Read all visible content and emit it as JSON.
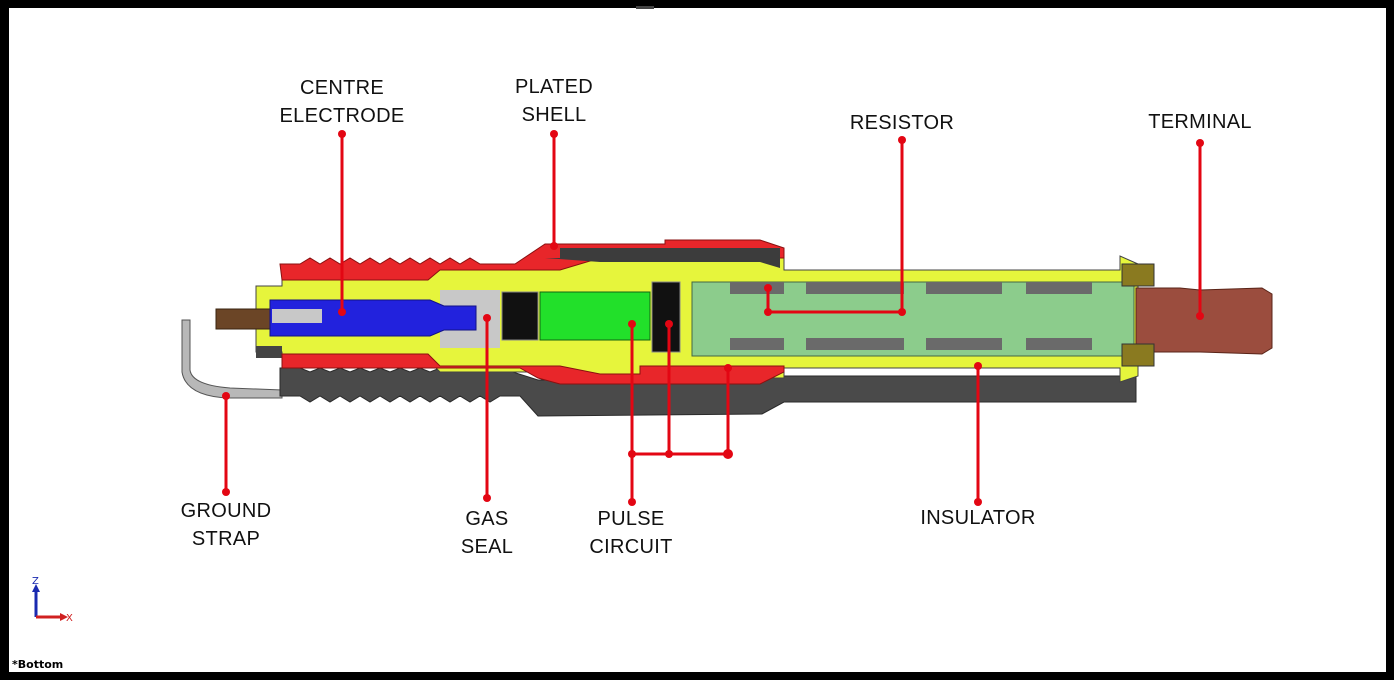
{
  "labels": {
    "centre_electrode": [
      "CENTRE",
      "ELECTRODE"
    ],
    "plated_shell": [
      "PLATED",
      "SHELL"
    ],
    "resistor": [
      "RESISTOR"
    ],
    "terminal": [
      "TERMINAL"
    ],
    "ground_strap": [
      "GROUND",
      "STRAP"
    ],
    "gas_seal": [
      "GAS",
      "SEAL"
    ],
    "pulse_circuit": [
      "PULSE",
      "CIRCUIT"
    ],
    "insulator": [
      "INSULATOR"
    ]
  },
  "triad": {
    "z": "Z",
    "x": "X"
  },
  "view_label": "*Bottom",
  "colors": {
    "leader": "#e30613",
    "shell": "#e8262a",
    "insulator": "#e6f53c",
    "electrode": "#2222dd",
    "pulse": "#22e02a",
    "resistor": "#8ccc8c",
    "terminal": "#9b4d3e",
    "metal": "#555555"
  }
}
